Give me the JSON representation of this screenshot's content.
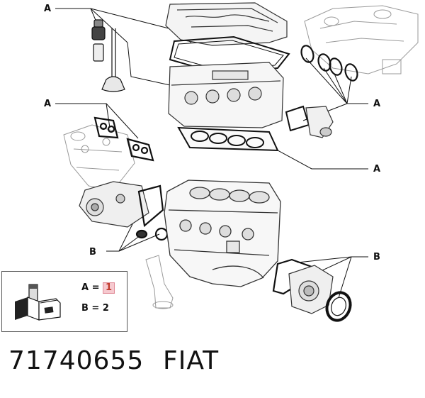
{
  "callouts": {
    "label_a": "A",
    "label_b": "B"
  },
  "legend": {
    "a_key": "A",
    "a_eq": "=",
    "a_value": "1",
    "b_text": "B = 2",
    "icon_name": "kit-box-icon"
  },
  "footer": {
    "part_number": "71740655",
    "brand": "FIAT"
  },
  "colors": {
    "highlight_fill": "#f6c9cf",
    "highlight_text": "#c0392b",
    "ink": "#111111",
    "ghost": "#9a9a9a"
  }
}
